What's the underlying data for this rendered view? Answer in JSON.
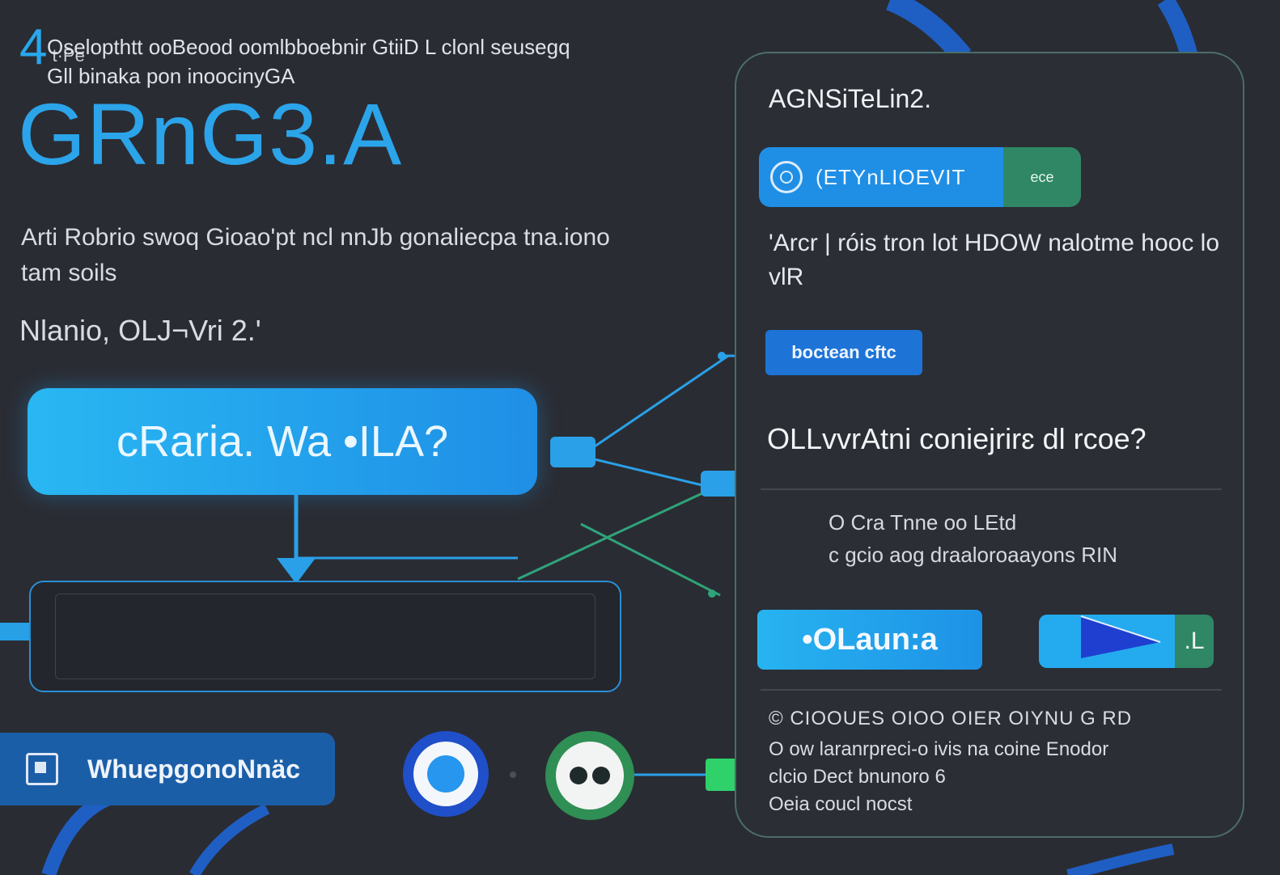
{
  "header": {
    "number": "4",
    "number_suffix": "t·Pe",
    "title": "GRnG3.A",
    "intro": "Arti Rоbrio swoq  Gioao'pt ncl nnJb gonaliecpa tna.iono tam soils",
    "meta": "Nlanio, OLJ¬Vri 2.'"
  },
  "main": {
    "question_label": "cRaria. Wa  •ILA?",
    "response_text": "Oselopthtt ooBeood oomlbboebnir GtiiD  L clonl seusegq Gll binaka pon inoocinyGA",
    "action_label": "WhuepgonoNnäc"
  },
  "panel": {
    "title": "AGNSiTeLin2.",
    "chip_label": "(ETYnLIOEVIT",
    "chip_side": "ece",
    "body": "'Arcr | róis tron lot HDOW nalotme hooc lo vlR",
    "tag": "boctean cftc",
    "question": "OLLvvrAtni coniejrirɛ dl rcoe?",
    "options": [
      "O Cra Tnne oo LEtd",
      "c gcio aog draaloroaayons RIN"
    ],
    "launch_label": "•OLaun:a",
    "send_side": ".L",
    "footer": {
      "heading": "© CIOOUES OIOO OIER OIYNU G RD",
      "lines": [
        "O ow laranrpreci-o ivis na coine Enodor",
        "clcio  Dect bnunoro 6",
        "Oeia coucl nocst"
      ]
    }
  },
  "colors": {
    "background": "#2a2c33",
    "accent_blue": "#27a8ec",
    "accent_green": "#2f8766",
    "panel_border": "#4a6e66"
  }
}
